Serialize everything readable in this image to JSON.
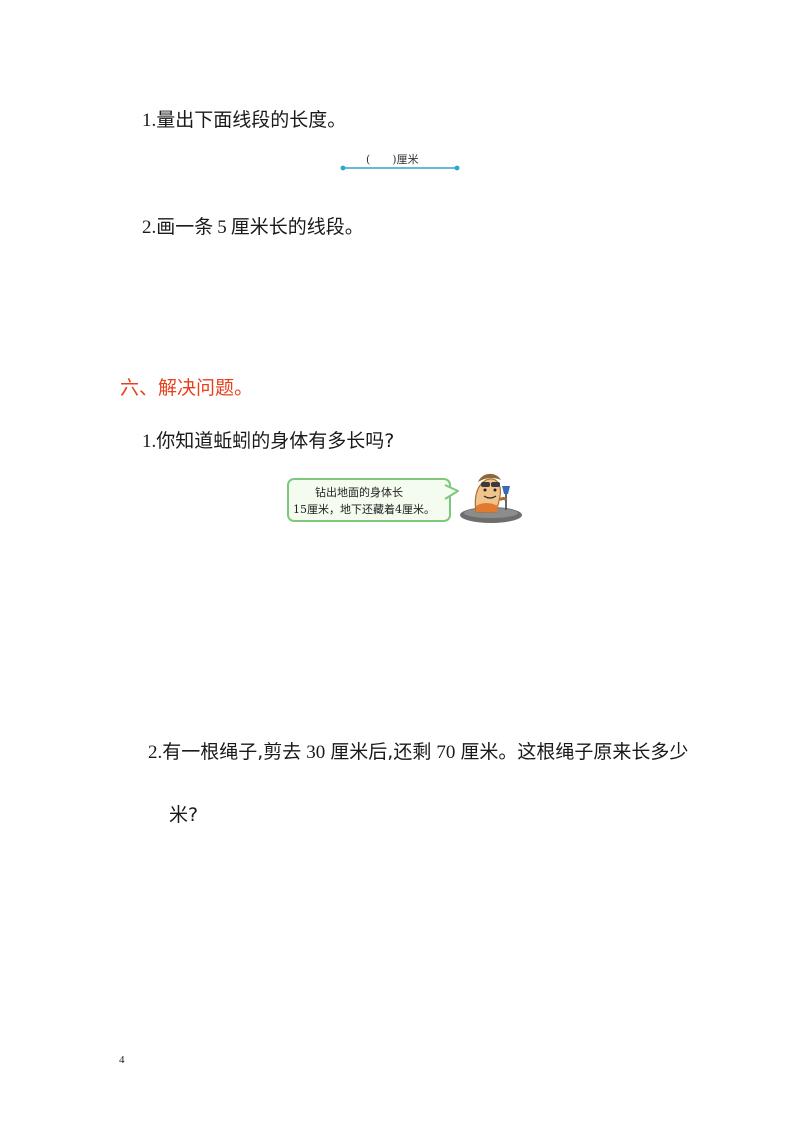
{
  "q1": {
    "number": "1.",
    "text": "量出下面线段的长度。"
  },
  "measure": {
    "paren": "(　　)",
    "unit": "厘米"
  },
  "q2": {
    "number": "2.",
    "text_before": "画一条",
    "value": "5",
    "text_after": "厘米长的线段。"
  },
  "section6": {
    "title": "六、解决问题。"
  },
  "p1": {
    "number": "1.",
    "text": "你知道蚯蚓的身体有多长吗?"
  },
  "bubble": {
    "line1": "钻出地面的身体长",
    "line2": "15厘米，地下还藏着4厘米。"
  },
  "p2": {
    "number": "2.",
    "t1": "有一根绳子,剪去",
    "v1": "30",
    "t2": "厘米后,还剩",
    "v2": "70",
    "t3": "厘米。这根绳子原来长多少",
    "line2": "米?"
  },
  "page": {
    "number": "4"
  },
  "colors": {
    "section_title": "#e8401c",
    "segment": "#2aa7c9",
    "bubble_border": "#7fc77a"
  }
}
